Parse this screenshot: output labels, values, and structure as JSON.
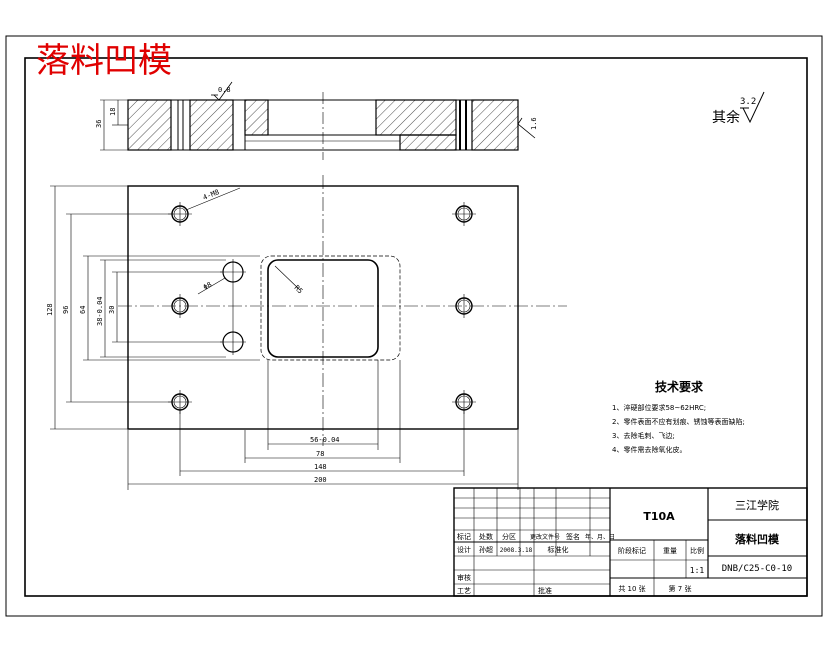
{
  "drawing_title": "落料凹模",
  "surface_roughness": {
    "prefix": "其余",
    "value": "3.2"
  },
  "section_dims": {
    "height_total": "36",
    "height_step": "18",
    "roughness_top": "0.8",
    "roughness_side": "1.6"
  },
  "plan_dims": {
    "hole_callout": "4-M8",
    "pin_dia": "Φ8",
    "corner_r": "R5",
    "w_200": "200",
    "w_148": "148",
    "w_78": "78",
    "w_56": "56-0.04",
    "h_128": "128",
    "h_96": "96",
    "h_64": "64",
    "h_38": "38-0.04",
    "h_30": "30"
  },
  "tech": {
    "title": "技术要求",
    "items": [
      "1、淬硬部位要求58~62HRC;",
      "2、零件表面不应有划痕、锈蚀等表面缺陷;",
      "3、去除毛刺、飞边;",
      "4、零件需去除氧化皮。"
    ]
  },
  "title_block": {
    "material": "T10A",
    "company": "三江学院",
    "part_name": "落料凹模",
    "drawing_no": "DNB/C25-C0-10",
    "scale": "1:1",
    "header": [
      "标记",
      "处数",
      "分区",
      "更改文件号",
      "签名",
      "年、月、日"
    ],
    "row_design": [
      "设计",
      "孙超",
      "2008.3.18",
      "标准化"
    ],
    "stage_mark": "阶段标记",
    "weight": "重量",
    "scale_label": "比例",
    "review": "审核",
    "process": "工艺",
    "approve": "批准",
    "sheets": "共 10 张",
    "sheet_no": "第 7 张"
  }
}
